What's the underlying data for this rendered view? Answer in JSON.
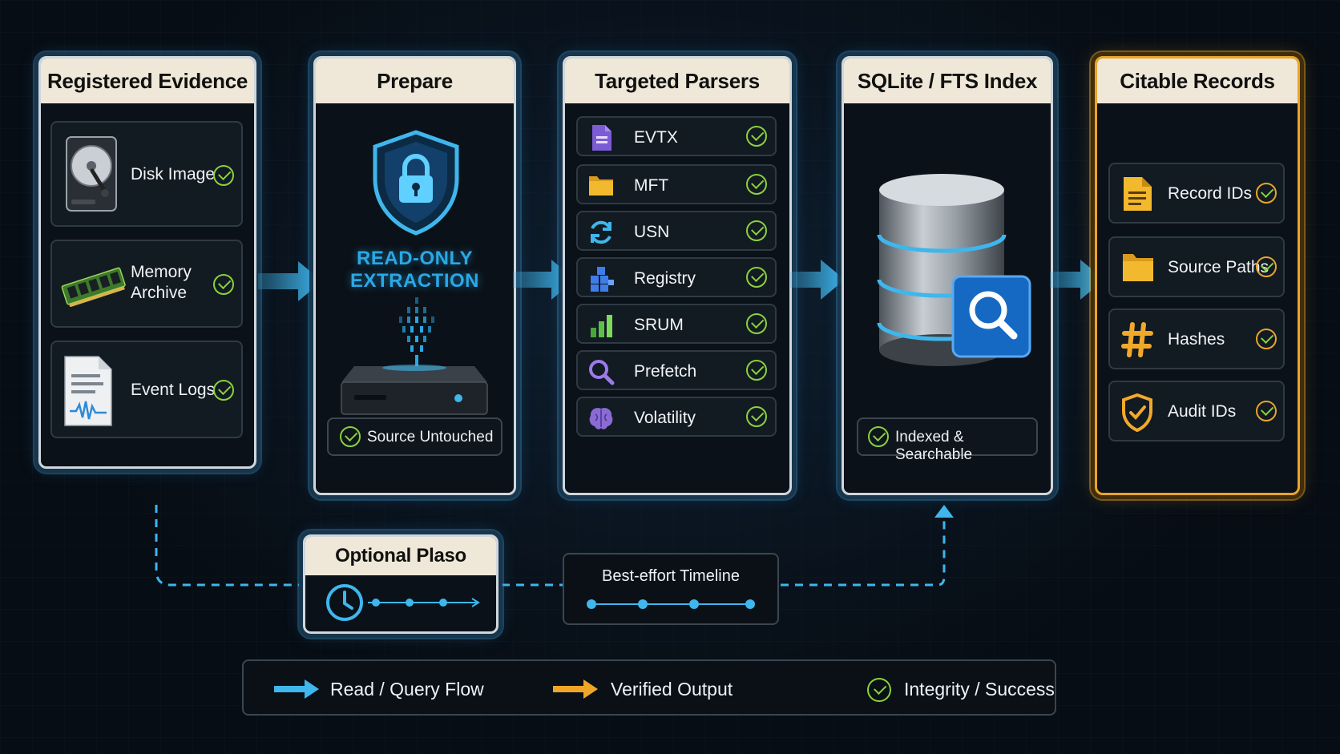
{
  "panels": {
    "evidence": {
      "title": "Registered Evidence",
      "items": [
        {
          "label": "Disk Image",
          "icon": "hard-drive-icon"
        },
        {
          "label": "Memory Archive",
          "icon": "memory-module-icon"
        },
        {
          "label": "Event Logs",
          "icon": "log-file-icon"
        }
      ]
    },
    "prepare": {
      "title": "Prepare",
      "line1": "READ-ONLY",
      "line2": "EXTRACTION",
      "status": "Source Untouched"
    },
    "parsers": {
      "title": "Targeted Parsers",
      "items": [
        {
          "label": "EVTX",
          "icon": "evtx-file-icon"
        },
        {
          "label": "MFT",
          "icon": "folder-icon"
        },
        {
          "label": "USN",
          "icon": "sync-icon"
        },
        {
          "label": "Registry",
          "icon": "registry-cubes-icon"
        },
        {
          "label": "SRUM",
          "icon": "bar-chart-icon"
        },
        {
          "label": "Prefetch",
          "icon": "magnifier-icon"
        },
        {
          "label": "Volatility",
          "icon": "brain-icon"
        }
      ]
    },
    "index": {
      "title": "SQLite / FTS Index",
      "status": "Indexed & Searchable"
    },
    "records": {
      "title": "Citable Records",
      "items": [
        {
          "label": "Record IDs",
          "icon": "document-icon"
        },
        {
          "label": "Source Paths",
          "icon": "folder-icon"
        },
        {
          "label": "Hashes",
          "icon": "hash-icon"
        },
        {
          "label": "Audit IDs",
          "icon": "shield-check-icon"
        }
      ]
    }
  },
  "plaso": {
    "title": "Optional Plaso",
    "timeline_label": "Best-effort Timeline"
  },
  "legend": {
    "read_flow": "Read / Query Flow",
    "verified": "Verified Output",
    "integrity": "Integrity / Success"
  },
  "colors": {
    "flow_blue": "#3fb6ec",
    "verified_gold": "#f0a529",
    "success_green": "#8bd13c"
  }
}
